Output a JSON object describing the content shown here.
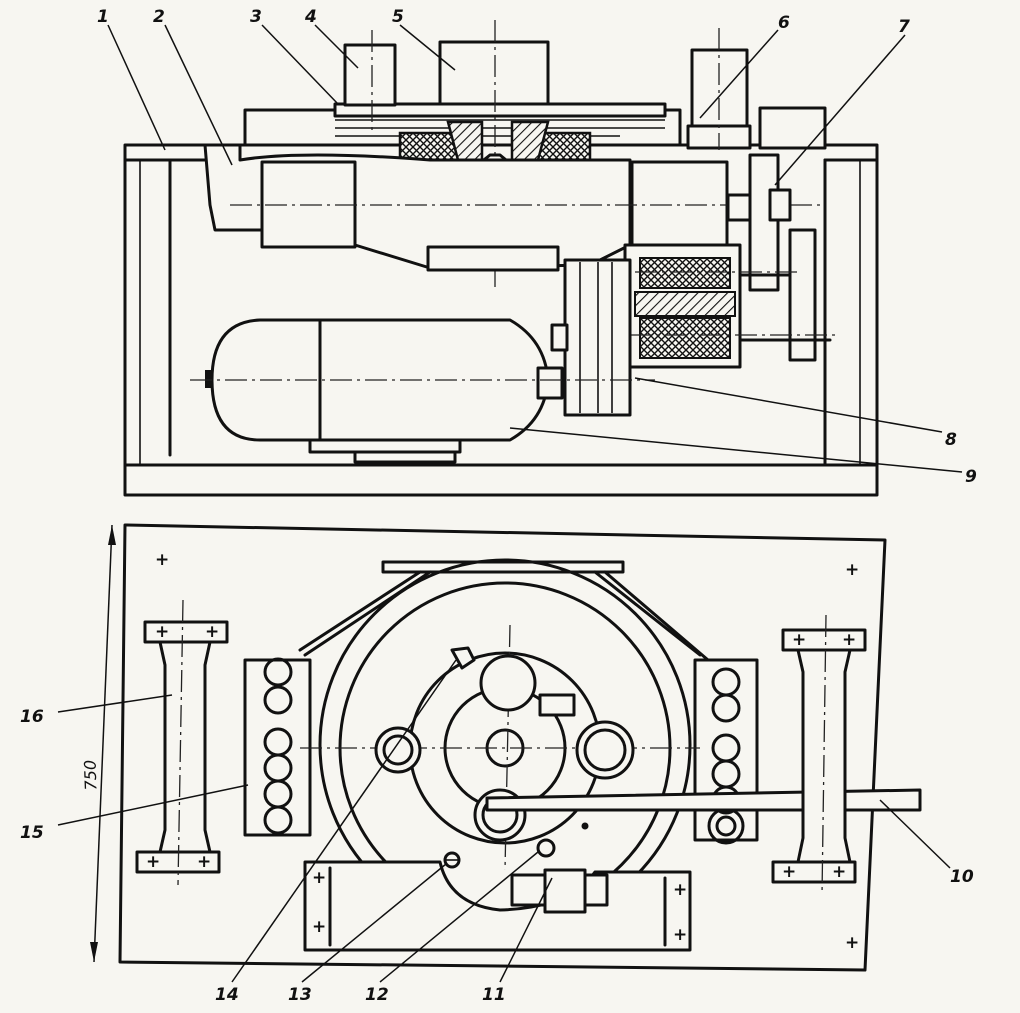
{
  "callouts": {
    "c1": "1",
    "c2": "2",
    "c3": "3",
    "c4": "4",
    "c5": "5",
    "c6": "6",
    "c7": "7",
    "c8": "8",
    "c9": "9",
    "c10": "10",
    "c11": "11",
    "c12": "12",
    "c13": "13",
    "c14": "14",
    "c15": "15",
    "c16": "16"
  },
  "dimension": {
    "height": "750"
  }
}
